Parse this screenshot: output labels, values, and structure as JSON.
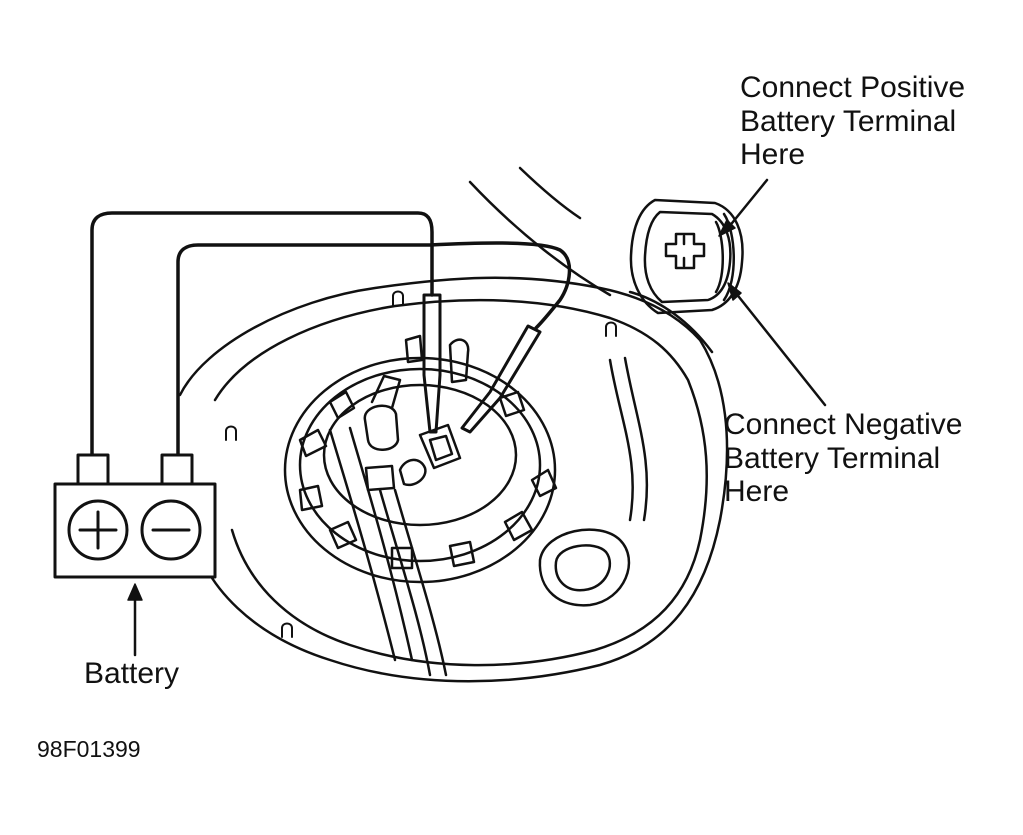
{
  "labels": {
    "positive": [
      "Connect Positive",
      "Battery Terminal",
      "Here"
    ],
    "negative": [
      "Connect Negative",
      "Battery Terminal",
      "Here"
    ],
    "battery": "Battery",
    "figure_id": "98F01399"
  },
  "colors": {
    "ink": "#111111",
    "paper": "#ffffff"
  }
}
